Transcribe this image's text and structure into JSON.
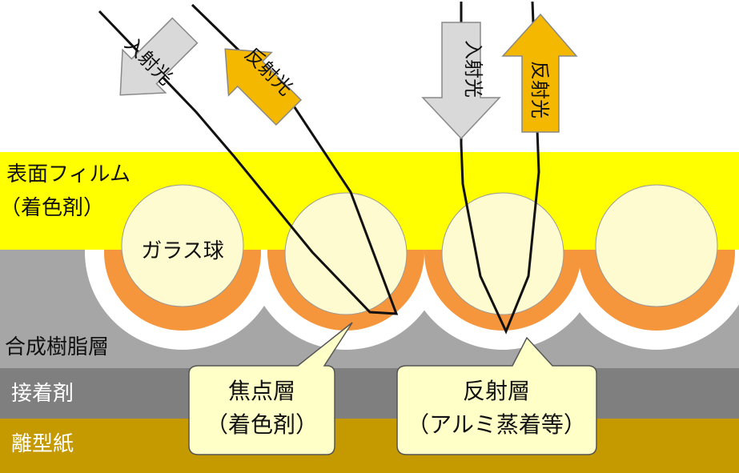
{
  "layers": {
    "surface_film_line1": "表面フィルム",
    "surface_film_line2": "（着色剤）",
    "resin": "合成樹脂層",
    "adhesive": "接着剤",
    "release_paper": "離型紙"
  },
  "glass_bead_label": "ガラス球",
  "callouts": {
    "focus_line1": "焦点層",
    "focus_line2": "（着色剤）",
    "reflect_line1": "反射層",
    "reflect_line2": "（アルミ蒸着等）"
  },
  "arrows": {
    "incident_1": "入射光",
    "reflected_1": "反射光",
    "incident_2": "入射光",
    "reflected_2": "反射光"
  },
  "colors": {
    "film": "#ffff00",
    "resin": "#a6a6a6",
    "adhesive": "#7f7f7f",
    "release_paper": "#c59a00",
    "bead_fill": "#fffbd0",
    "focus_orange": "#f5963c",
    "incident_arrow": "#d9d9d9",
    "reflected_arrow": "#f5b800",
    "callout_fill": "#ffffc8"
  }
}
